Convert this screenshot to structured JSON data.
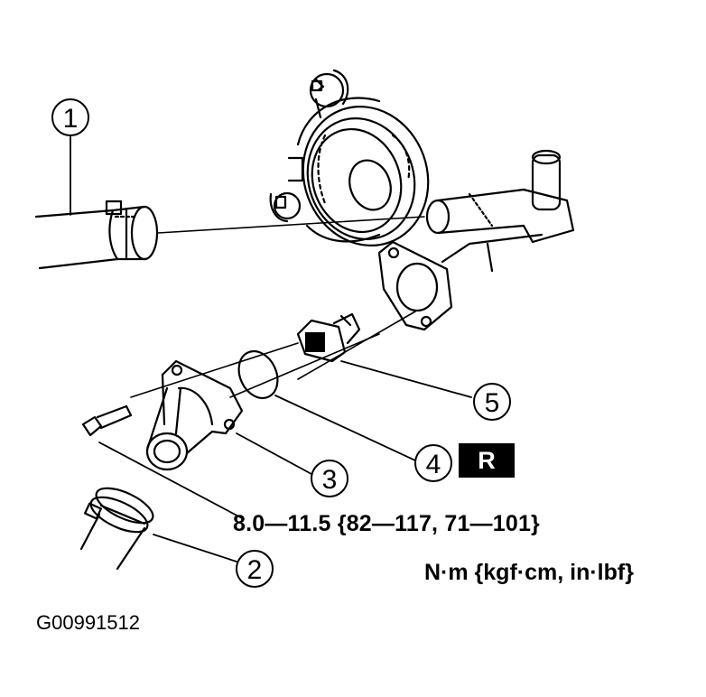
{
  "callouts": [
    {
      "id": "c1",
      "label": "1"
    },
    {
      "id": "c2",
      "label": "2"
    },
    {
      "id": "c3",
      "label": "3"
    },
    {
      "id": "c4",
      "label": "4"
    },
    {
      "id": "c5",
      "label": "5"
    }
  ],
  "badge": "R",
  "torque_spec": "8.0—11.5 {82—117, 71—101}",
  "torque_units": "N·m {kgf·cm, in·lbf}",
  "figure_id": "G00991512",
  "colors": {
    "ink": "#000000",
    "paper": "#ffffff"
  }
}
